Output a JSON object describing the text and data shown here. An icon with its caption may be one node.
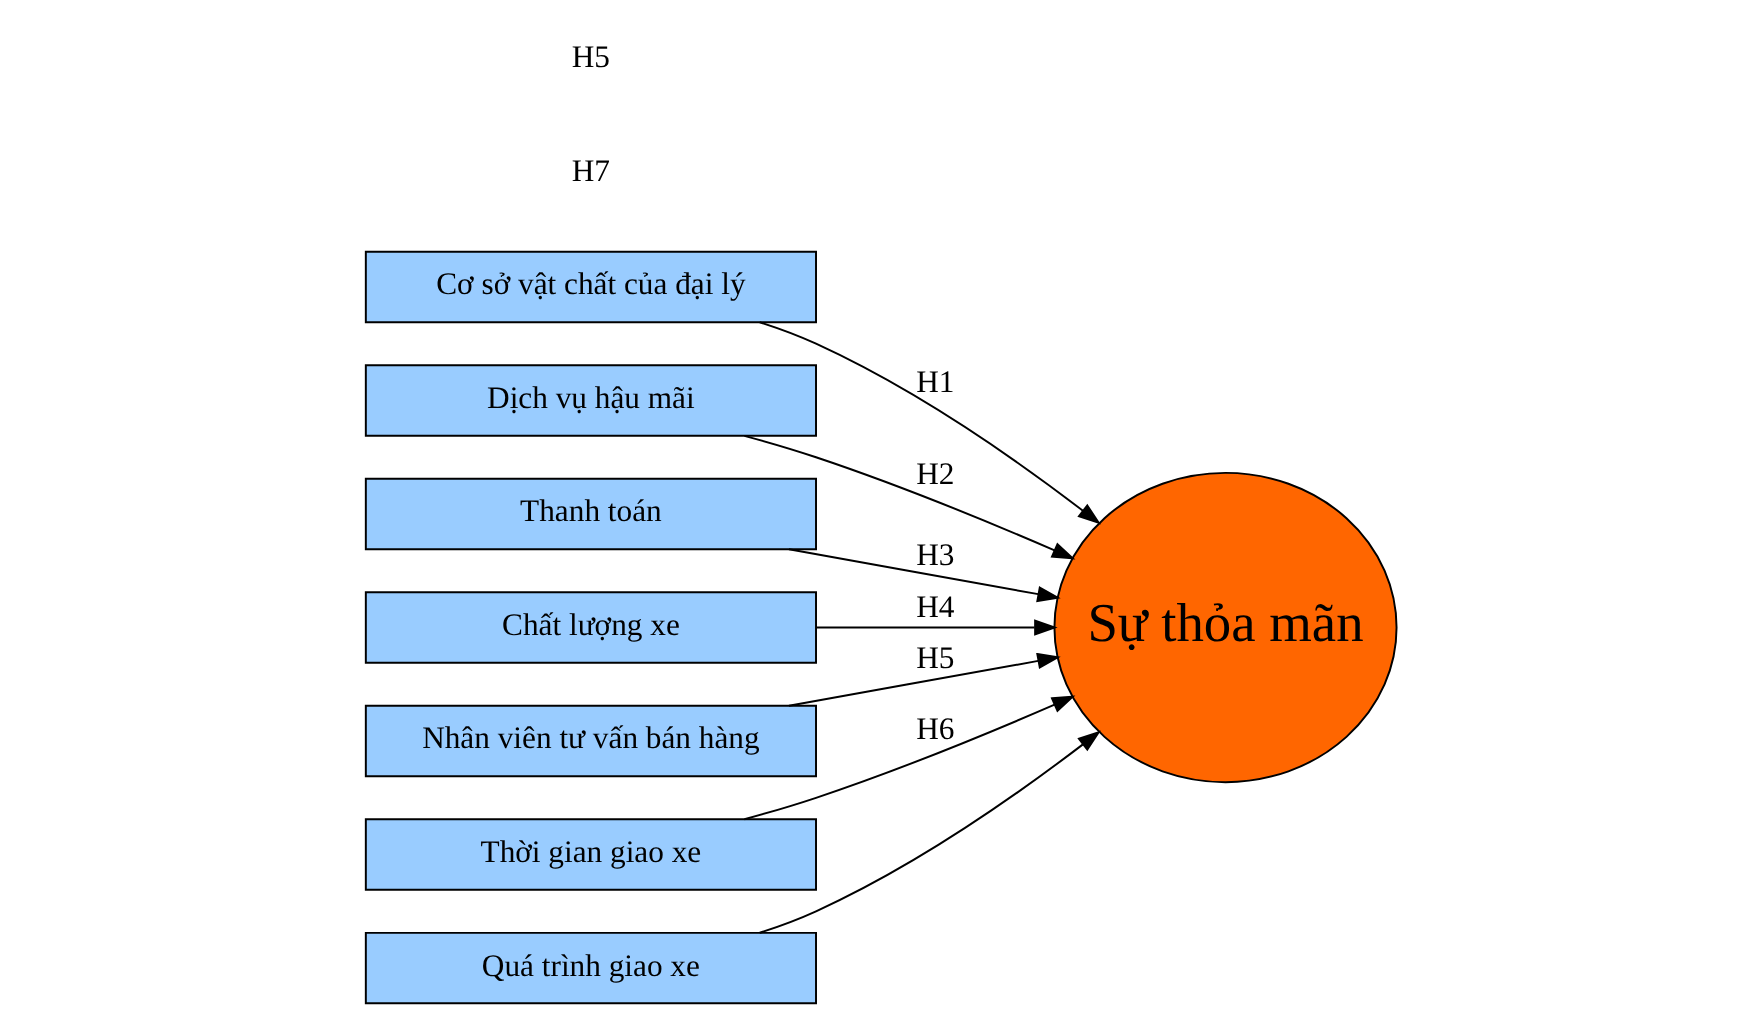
{
  "diagram": {
    "nodes": [
      {
        "text": [
          "Cơ sở vật chất của đại lý"
        ]
      },
      {
        "text": [
          "Dịch vụ hậu mãi"
        ]
      },
      {
        "text": [
          "Thanh toán"
        ]
      },
      {
        "text": [
          "Chất lượng xe"
        ]
      },
      {
        "text": [
          "Nhân viên tư vấn bán hàng"
        ]
      },
      {
        "text": [
          "Thời gian giao xe"
        ]
      },
      {
        "text": [
          "Quá trình giao xe"
        ]
      },
      {
        "text": [
          "Sự thỏa mãn"
        ]
      }
    ],
    "edges": [
      {
        "from": 0,
        "to": 7,
        "arrow": "to",
        "label": "H1"
      },
      {
        "from": 1,
        "to": 7,
        "arrow": "to",
        "label": "H2"
      },
      {
        "from": 2,
        "to": 7,
        "arrow": "to",
        "label": "H3"
      },
      {
        "from": 3,
        "to": 7,
        "arrow": "to",
        "label": "H4"
      },
      {
        "from": 4,
        "to": 7,
        "arrow": "to",
        "label": "H5"
      },
      {
        "from": 5,
        "to": 7,
        "arrow": "to",
        "label": "H6"
      },
      {
        "from": 6,
        "to": 7,
        "arrow": "to"
      }
    ],
    "labels": [
      "H7",
      "H5"
    ]
  }
}
